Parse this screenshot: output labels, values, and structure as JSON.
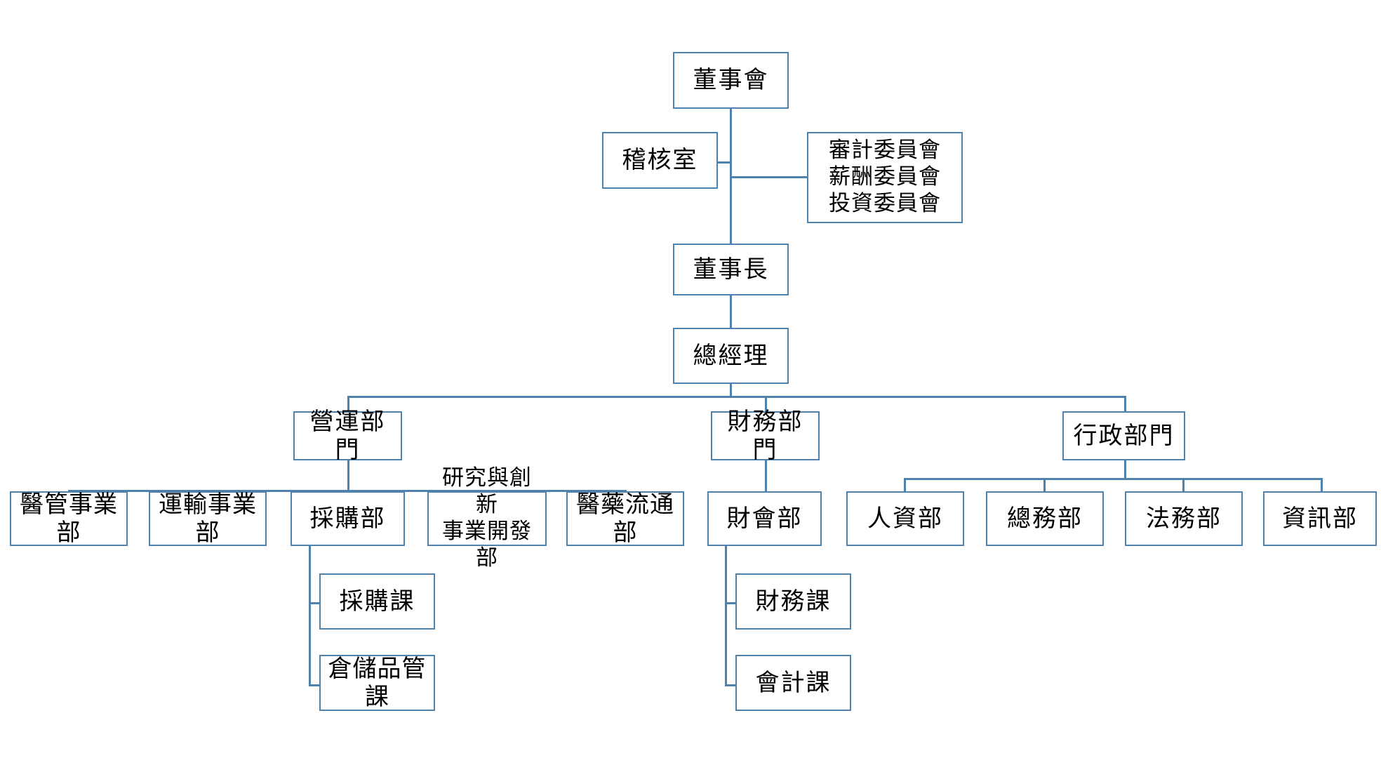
{
  "chart": {
    "type": "org-chart",
    "title": "",
    "language": "zh-Hant",
    "colors": {
      "line": "#4f81ad",
      "box_border": "#4f81ad",
      "box_fill": "#ffffff",
      "text": "#000000",
      "background": "#ffffff"
    },
    "levels": [
      {
        "level": 1,
        "label": "board"
      },
      {
        "level": 2,
        "label": "oversight"
      },
      {
        "level": 3,
        "label": "executive"
      },
      {
        "level": 4,
        "label": "divisions"
      },
      {
        "level": 5,
        "label": "departments"
      },
      {
        "level": 6,
        "label": "sections"
      }
    ]
  },
  "nodes": {
    "board": {
      "id": "board",
      "label": "董事會",
      "level": 1
    },
    "audit_office": {
      "id": "audit_office",
      "label": "稽核室",
      "level": 2
    },
    "committees": {
      "id": "committees",
      "label": "審計委員會\n薪酬委員會\n投資委員會",
      "level": 2,
      "items": [
        "審計委員會",
        "薪酬委員會",
        "投資委員會"
      ]
    },
    "chairman": {
      "id": "chairman",
      "label": "董事長",
      "level": 3
    },
    "president": {
      "id": "president",
      "label": "總經理",
      "level": 3
    },
    "ops_div": {
      "id": "ops_div",
      "label": "營運部門",
      "level": 4
    },
    "fin_div": {
      "id": "fin_div",
      "label": "財務部門",
      "level": 4
    },
    "admin_div": {
      "id": "admin_div",
      "label": "行政部門",
      "level": 4
    },
    "med_mgmt": {
      "id": "med_mgmt",
      "label": "醫管事業部",
      "level": 5
    },
    "transport": {
      "id": "transport",
      "label": "運輸事業部",
      "level": 5
    },
    "procurement": {
      "id": "procurement",
      "label": "採購部",
      "level": 5
    },
    "rnd": {
      "id": "rnd",
      "label": "研究與創新\n事業開發部",
      "level": 5
    },
    "pharma_dist": {
      "id": "pharma_dist",
      "label": "醫藥流通部",
      "level": 5
    },
    "fin_acct": {
      "id": "fin_acct",
      "label": "財會部",
      "level": 5
    },
    "hr": {
      "id": "hr",
      "label": "人資部",
      "level": 5
    },
    "general_affairs": {
      "id": "general_affairs",
      "label": "總務部",
      "level": 5
    },
    "legal": {
      "id": "legal",
      "label": "法務部",
      "level": 5
    },
    "it": {
      "id": "it",
      "label": "資訊部",
      "level": 5
    },
    "procurement_sec": {
      "id": "procurement_sec",
      "label": "採購課",
      "level": 6
    },
    "warehouse_qc_sec": {
      "id": "warehouse_qc_sec",
      "label": "倉儲品管課",
      "level": 6
    },
    "finance_sec": {
      "id": "finance_sec",
      "label": "財務課",
      "level": 6
    },
    "accounting_sec": {
      "id": "accounting_sec",
      "label": "會計課",
      "level": 6
    }
  },
  "edges": [
    {
      "from": "board",
      "to": "audit_office"
    },
    {
      "from": "board",
      "to": "committees"
    },
    {
      "from": "board",
      "to": "chairman"
    },
    {
      "from": "chairman",
      "to": "president"
    },
    {
      "from": "president",
      "to": "ops_div"
    },
    {
      "from": "president",
      "to": "fin_div"
    },
    {
      "from": "president",
      "to": "admin_div"
    },
    {
      "from": "ops_div",
      "to": "med_mgmt"
    },
    {
      "from": "ops_div",
      "to": "transport"
    },
    {
      "from": "ops_div",
      "to": "procurement"
    },
    {
      "from": "ops_div",
      "to": "rnd"
    },
    {
      "from": "ops_div",
      "to": "pharma_dist"
    },
    {
      "from": "fin_div",
      "to": "fin_acct"
    },
    {
      "from": "admin_div",
      "to": "hr"
    },
    {
      "from": "admin_div",
      "to": "general_affairs"
    },
    {
      "from": "admin_div",
      "to": "legal"
    },
    {
      "from": "admin_div",
      "to": "it"
    },
    {
      "from": "procurement",
      "to": "procurement_sec"
    },
    {
      "from": "procurement",
      "to": "warehouse_qc_sec"
    },
    {
      "from": "fin_acct",
      "to": "finance_sec"
    },
    {
      "from": "fin_acct",
      "to": "accounting_sec"
    }
  ]
}
